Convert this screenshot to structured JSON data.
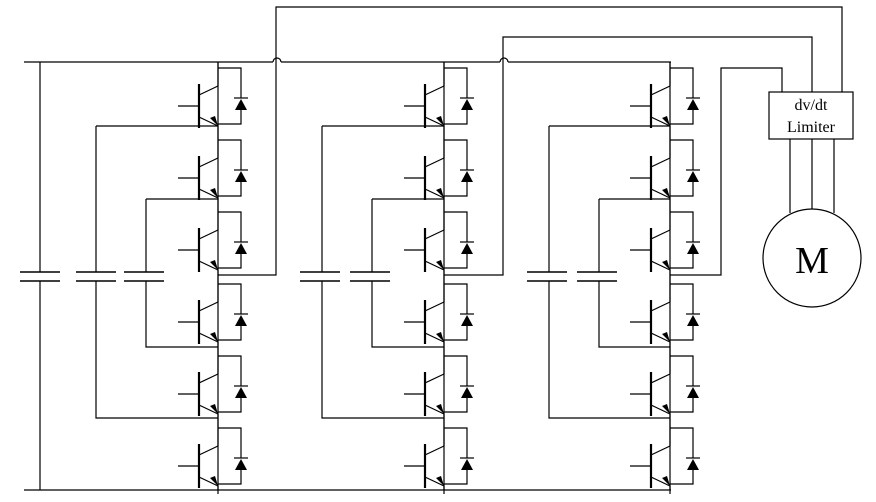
{
  "diagram": {
    "limiter_label_line1": "dv/dt",
    "limiter_label_line2": "Limiter",
    "motor_label": "M",
    "cells_per_leg": 6,
    "legs": 3,
    "capacitors_per_leg": [
      3,
      2,
      2
    ]
  }
}
